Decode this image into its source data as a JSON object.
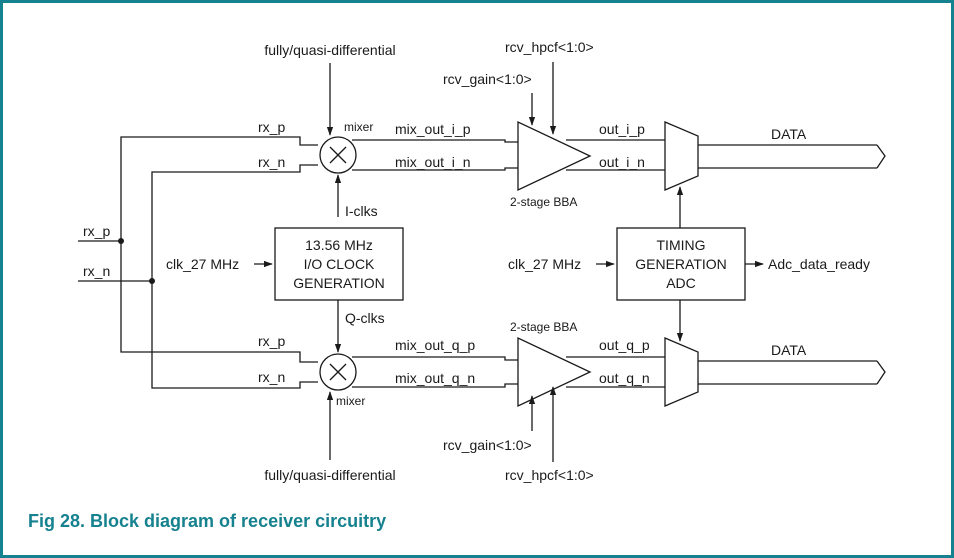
{
  "caption": "Fig 28. Block diagram of receiver circuitry",
  "colors": {
    "frame": "#16818f",
    "caption": "#16818f",
    "lines": "#1a1a1a"
  },
  "inputs": {
    "rx_p": "rx_p",
    "rx_n": "rx_n"
  },
  "mixers": {
    "top": {
      "label": "mixer",
      "in_p": "rx_p",
      "in_n": "rx_n",
      "control": "fully/quasi-differential",
      "out_p": "mix_out_i_p",
      "out_n": "mix_out_i_n"
    },
    "bottom": {
      "label": "mixer",
      "in_p": "rx_p",
      "in_n": "rx_n",
      "control": "fully/quasi-differential",
      "out_p": "mix_out_q_p",
      "out_n": "mix_out_q_n"
    }
  },
  "clock_block": {
    "lines": [
      "13.56 MHz",
      "I/O CLOCK",
      "GENERATION"
    ],
    "input": "clk_27 MHz",
    "i_out": "I-clks",
    "q_out": "Q-clks"
  },
  "bba": {
    "top": {
      "label": "2-stage BBA",
      "gain": "rcv_gain<1:0>",
      "hpcf": "rcv_hpcf<1:0>",
      "out_p": "out_i_p",
      "out_n": "out_i_n"
    },
    "bottom": {
      "label": "2-stage BBA",
      "gain": "rcv_gain<1:0>",
      "hpcf": "rcv_hpcf<1:0>",
      "out_p": "out_q_p",
      "out_n": "out_q_n"
    }
  },
  "timing_block": {
    "lines": [
      "TIMING",
      "GENERATION",
      "ADC"
    ],
    "input": "clk_27 MHz",
    "output": "Adc_data_ready"
  },
  "outputs": {
    "top": "DATA",
    "bottom": "DATA"
  }
}
